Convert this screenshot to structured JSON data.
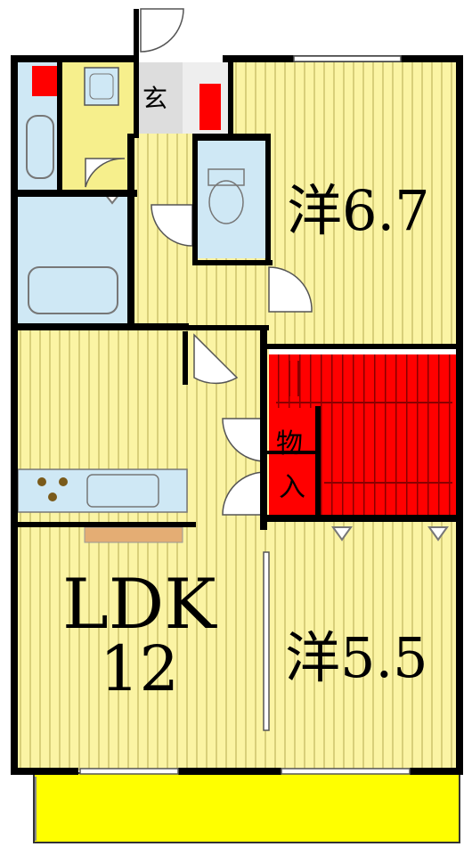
{
  "rooms": {
    "western_north": {
      "label": "洋6.7"
    },
    "western_south": {
      "label": "洋5.5"
    },
    "ldk": {
      "label_line1": "LDK",
      "label_line2": "12"
    },
    "entrance": {
      "label": "玄"
    },
    "storage": {
      "label_line1": "物",
      "label_line2": "入"
    }
  },
  "colors": {
    "floor_wood": "#fbf4a4",
    "floor_stripe": "#d8cf7a",
    "wet_area": "#cfe8f5",
    "toilet_room": "#cfe8f5",
    "washroom_floor": "#f6ef8c",
    "closet": "#ff0000",
    "balcony": "#ffff00",
    "entrance_floor": "#dddddd",
    "wall": "#000000",
    "counter": "#e4ad74"
  }
}
